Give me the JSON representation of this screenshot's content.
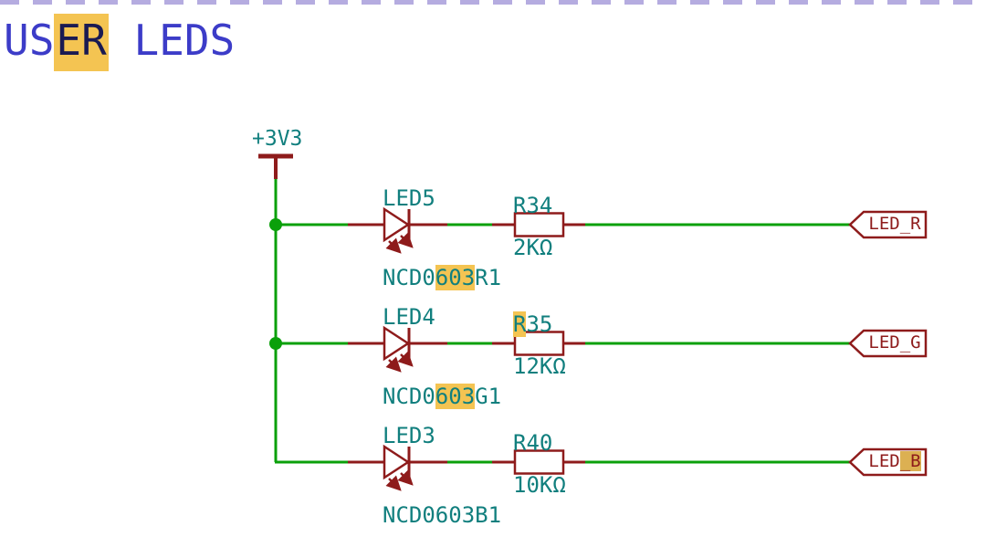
{
  "title": {
    "pre": "US",
    "hl": "ER",
    "post": " LEDS"
  },
  "power_net": {
    "label": "+3V3"
  },
  "rows": [
    {
      "led_ref": {
        "pre": "LED5",
        "hl": "",
        "post": ""
      },
      "part_number": {
        "pre": "NCD0",
        "hl": "603",
        "post": "R1"
      },
      "resistor_ref": {
        "pre": "R34",
        "hl": "",
        "post": ""
      },
      "resistor_value": {
        "pre": "2KΩ",
        "hl": "",
        "post": ""
      },
      "net_label": {
        "pre": "LED_R",
        "hl": "",
        "post": ""
      }
    },
    {
      "led_ref": {
        "pre": "LED4",
        "hl": "",
        "post": ""
      },
      "part_number": {
        "pre": "NCD0",
        "hl": "603",
        "post": "G1"
      },
      "resistor_ref": {
        "pre": "",
        "hl": "R",
        "post": "35"
      },
      "resistor_value": {
        "pre": "12KΩ",
        "hl": "",
        "post": ""
      },
      "net_label": {
        "pre": "LED_G",
        "hl": "",
        "post": ""
      }
    },
    {
      "led_ref": {
        "pre": "LED3",
        "hl": "",
        "post": ""
      },
      "part_number": {
        "pre": "NCD0603B1",
        "hl": "",
        "post": ""
      },
      "resistor_ref": {
        "pre": "R40",
        "hl": "",
        "post": ""
      },
      "resistor_value": {
        "pre": "10KΩ",
        "hl": "",
        "post": ""
      },
      "net_label": {
        "pre": "LED",
        "hl": "_B",
        "post": ""
      }
    }
  ],
  "colors": {
    "wire_green": "#0aa00a",
    "component_red": "#8e1b1b",
    "text_teal": "#117f7e",
    "title_blue": "#3c3cc8",
    "highlight_yellow": "#f4c452",
    "border_purple": "#b5ace0"
  }
}
